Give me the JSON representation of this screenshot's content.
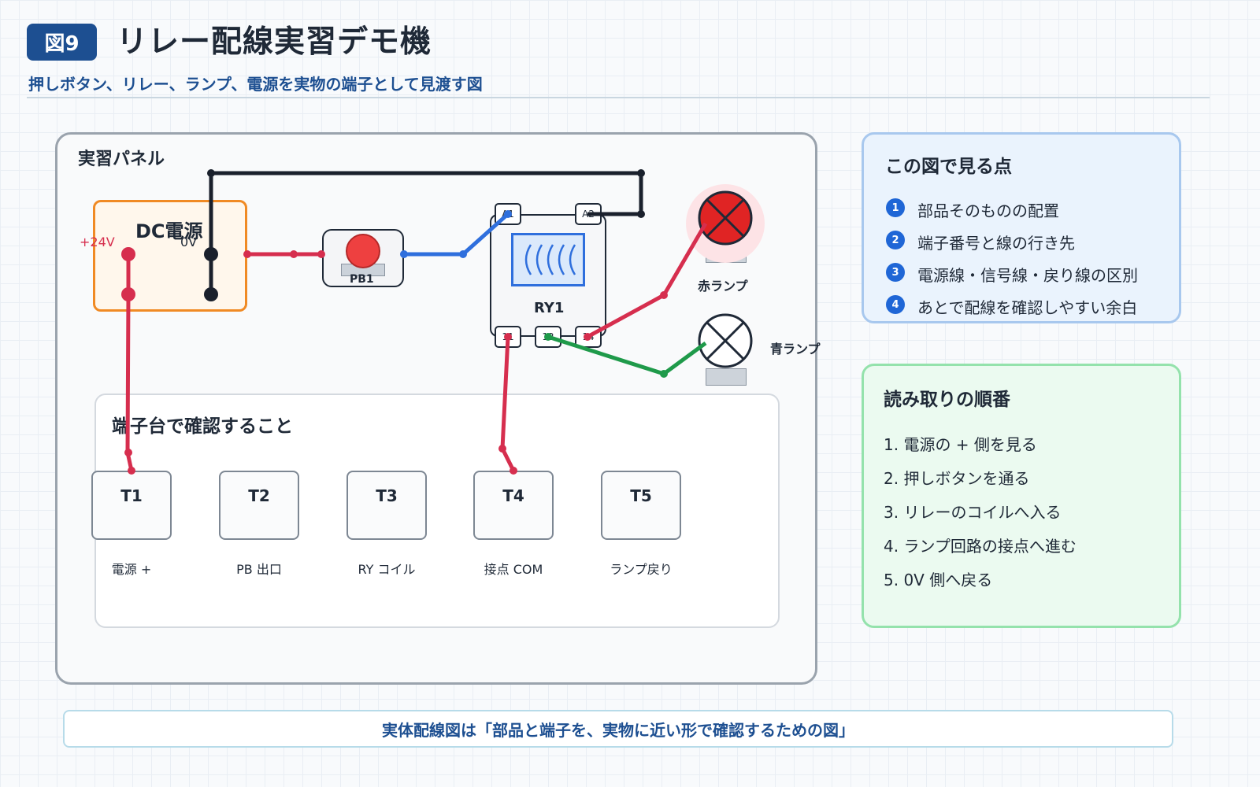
{
  "header": {
    "figure_badge": "図9",
    "title": "リレー配線実習デモ機",
    "subtitle": "押しボタン、リレー、ランプ、電源を実物の端子として見渡す図"
  },
  "panel": {
    "title": "実習パネル",
    "power_supply": {
      "label": "DC電源",
      "plus": "+24V",
      "zero": "0V"
    },
    "pushbutton": {
      "label": "PB1"
    },
    "relay": {
      "label": "RY1",
      "terminals": {
        "a1": "A1",
        "a2": "A2",
        "t11": "11",
        "t12": "12",
        "t14": "14"
      }
    },
    "lamps": {
      "red": "赤ランプ",
      "blue": "青ランプ"
    },
    "terminal_block": {
      "title": "端子台で確認すること",
      "terminals": [
        {
          "id": "T1",
          "caption": "電源 +"
        },
        {
          "id": "T2",
          "caption": "PB 出口"
        },
        {
          "id": "T3",
          "caption": "RY コイル"
        },
        {
          "id": "T4",
          "caption": "接点 COM"
        },
        {
          "id": "T5",
          "caption": "ランプ戻り"
        }
      ]
    }
  },
  "look_points": {
    "title": "この図で見る点",
    "items": [
      {
        "num": "1",
        "text": "部品そのものの配置"
      },
      {
        "num": "2",
        "text": "端子番号と線の行き先"
      },
      {
        "num": "3",
        "text": "電源線・信号線・戻り線の区別"
      },
      {
        "num": "4",
        "text": "あとで配線を確認しやすい余白"
      }
    ]
  },
  "reading_order": {
    "title": "読み取りの順番",
    "items": [
      "1. 電源の + 側を見る",
      "2. 押しボタンを通る",
      "3. リレーのコイルへ入る",
      "4. ランプ回路の接点へ進む",
      "5. 0V 側へ戻る"
    ]
  },
  "footer": "実体配線図は「部品と端子を、実物に近い形で確認するための図」",
  "colors": {
    "power_wire": "#d62e4e",
    "signal_wire": "#2f6fdd",
    "return_wire": "#1a202c",
    "lamp_wire": "#1f9a4a",
    "accent": "#1d4f91"
  }
}
